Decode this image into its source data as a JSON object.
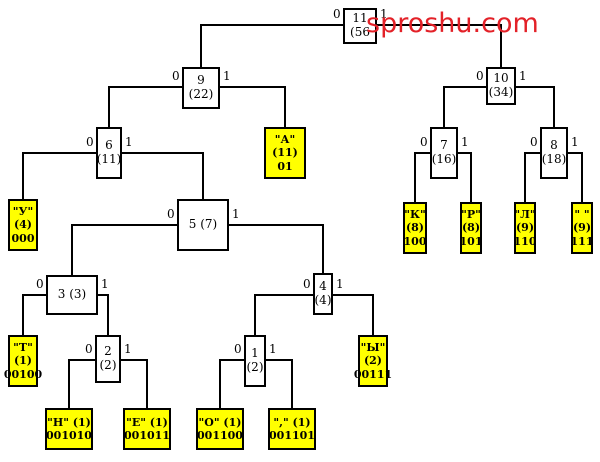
{
  "watermark": "sproshu.com",
  "colors": {
    "leaf_fill": "#ffff00",
    "node_fill": "#ffffff",
    "line": "#000000",
    "watermark": "#e32128"
  },
  "nodes": [
    {
      "id": "n11",
      "leaf": false,
      "lines": [
        "11",
        "(56"
      ]
    },
    {
      "id": "n9",
      "leaf": false,
      "lines": [
        "9",
        "(22)"
      ]
    },
    {
      "id": "n10",
      "leaf": false,
      "lines": [
        "10",
        "(34)"
      ]
    },
    {
      "id": "n6",
      "leaf": false,
      "lines": [
        "6",
        "(11)"
      ]
    },
    {
      "id": "lA",
      "leaf": true,
      "lines": [
        "\"А\"",
        "(11)",
        "01"
      ]
    },
    {
      "id": "n7",
      "leaf": false,
      "lines": [
        "7",
        "(16)"
      ]
    },
    {
      "id": "n8",
      "leaf": false,
      "lines": [
        "8",
        "(18)"
      ]
    },
    {
      "id": "lU",
      "leaf": true,
      "lines": [
        "\"У\"",
        "(4)",
        "000"
      ]
    },
    {
      "id": "n5",
      "leaf": false,
      "lines": [
        "5 (7)"
      ]
    },
    {
      "id": "lK",
      "leaf": true,
      "lines": [
        "\"К\"",
        "(8)",
        "100"
      ]
    },
    {
      "id": "lR",
      "leaf": true,
      "lines": [
        "\"Р\"",
        "(8)",
        "101"
      ]
    },
    {
      "id": "lL",
      "leaf": true,
      "lines": [
        "\"Л\"",
        "(9)",
        "110"
      ]
    },
    {
      "id": "lSp",
      "leaf": true,
      "lines": [
        "\" \"",
        "(9)",
        "111"
      ]
    },
    {
      "id": "n3",
      "leaf": false,
      "lines": [
        "3 (3)"
      ]
    },
    {
      "id": "n4",
      "leaf": false,
      "lines": [
        "4",
        "(4)"
      ]
    },
    {
      "id": "lT",
      "leaf": true,
      "lines": [
        "\"Т\"",
        "(1)",
        "00100"
      ]
    },
    {
      "id": "n2",
      "leaf": false,
      "lines": [
        "2",
        "(2)"
      ]
    },
    {
      "id": "n1",
      "leaf": false,
      "lines": [
        "1",
        "(2)"
      ]
    },
    {
      "id": "lY",
      "leaf": true,
      "lines": [
        "\"Ы\"",
        "(2)",
        "00111"
      ]
    },
    {
      "id": "lN",
      "leaf": true,
      "lines": [
        "\"Н\" (1)",
        "001010"
      ]
    },
    {
      "id": "lE",
      "leaf": true,
      "lines": [
        "\"Е\" (1)",
        "001011"
      ]
    },
    {
      "id": "lO",
      "leaf": true,
      "lines": [
        "\"О\" (1)",
        "001100"
      ]
    },
    {
      "id": "lC",
      "leaf": true,
      "lines": [
        "\",\" (1)",
        "001101"
      ]
    }
  ],
  "edges": [
    {
      "from": "n11",
      "to": "n9",
      "bit": "0"
    },
    {
      "from": "n11",
      "to": "n10",
      "bit": "1"
    },
    {
      "from": "n9",
      "to": "n6",
      "bit": "0"
    },
    {
      "from": "n9",
      "to": "lA",
      "bit": "1"
    },
    {
      "from": "n10",
      "to": "n7",
      "bit": "0"
    },
    {
      "from": "n10",
      "to": "n8",
      "bit": "1"
    },
    {
      "from": "n6",
      "to": "lU",
      "bit": "0"
    },
    {
      "from": "n6",
      "to": "n5",
      "bit": "1"
    },
    {
      "from": "n7",
      "to": "lK",
      "bit": "0"
    },
    {
      "from": "n7",
      "to": "lR",
      "bit": "1"
    },
    {
      "from": "n8",
      "to": "lL",
      "bit": "0"
    },
    {
      "from": "n8",
      "to": "lSp",
      "bit": "1"
    },
    {
      "from": "n5",
      "to": "n3",
      "bit": "0"
    },
    {
      "from": "n5",
      "to": "n4",
      "bit": "1"
    },
    {
      "from": "n3",
      "to": "lT",
      "bit": "0"
    },
    {
      "from": "n3",
      "to": "n2",
      "bit": "1"
    },
    {
      "from": "n4",
      "to": "n1",
      "bit": "0"
    },
    {
      "from": "n4",
      "to": "lY",
      "bit": "1"
    },
    {
      "from": "n2",
      "to": "lN",
      "bit": "0"
    },
    {
      "from": "n2",
      "to": "lE",
      "bit": "1"
    },
    {
      "from": "n1",
      "to": "lO",
      "bit": "0"
    },
    {
      "from": "n1",
      "to": "lC",
      "bit": "1"
    }
  ]
}
